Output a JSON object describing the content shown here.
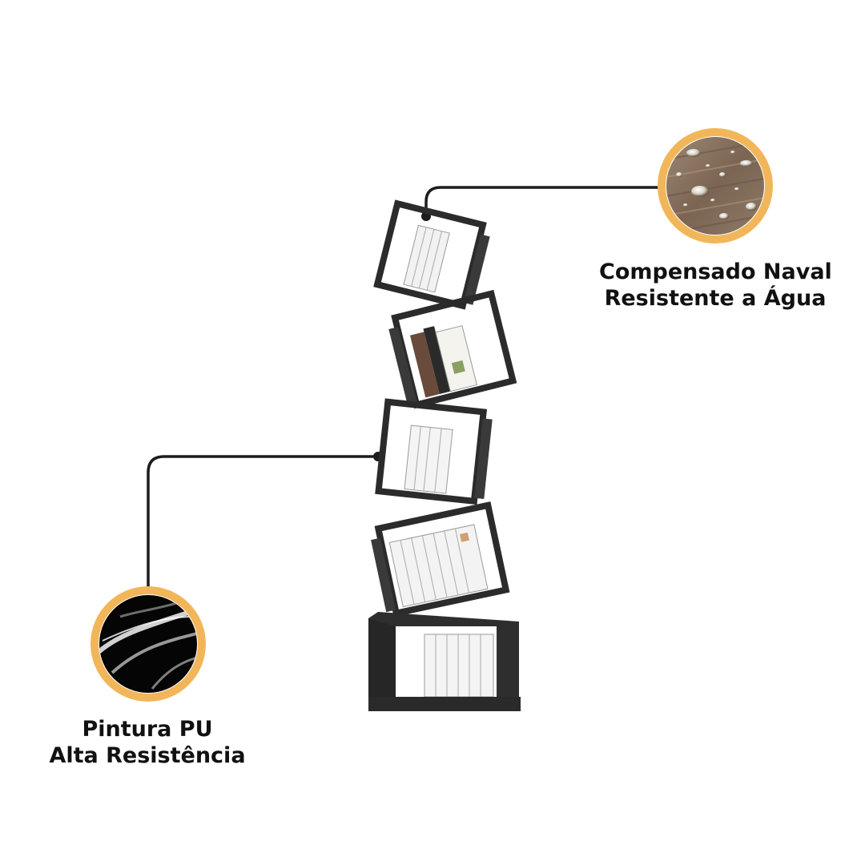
{
  "callouts": {
    "top": {
      "line1": "Compensado Naval",
      "line2": "Resistente a Água",
      "icon": "water-drops-on-wood-icon"
    },
    "bottom": {
      "line1": "Pintura PU",
      "line2": "Alta Resistência",
      "icon": "glossy-paint-icon"
    }
  },
  "colors": {
    "ring": "#f2b65a",
    "frame": "#2b2b2b",
    "line": "#1c1c1c",
    "wood": "#8a7460",
    "paint": "#050505"
  }
}
